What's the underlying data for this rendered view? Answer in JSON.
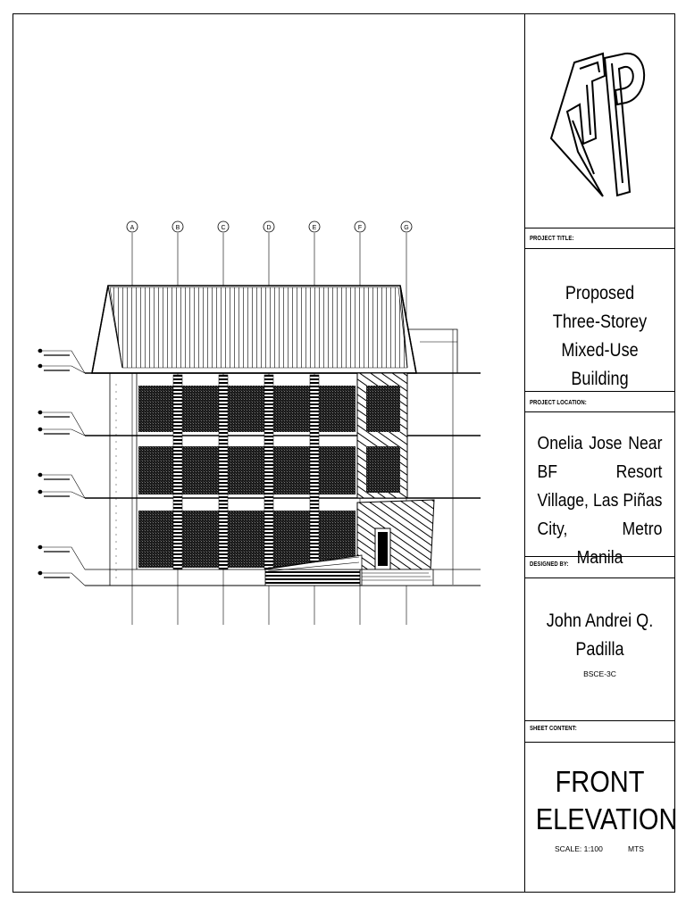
{
  "title_block": {
    "project_title_label": "PROJECT TITLE:",
    "project_title": [
      "Proposed",
      "Three-Storey",
      "Mixed-Use Building"
    ],
    "project_location_label": "PROJECT LOCATION:",
    "project_location": "Onelia Jose Near BF Resort Village, Las Piñas City, Metro Manila",
    "designed_by_label": "DESIGNED BY:",
    "designer": [
      "John Andrei Q.",
      "Padilla"
    ],
    "course": "BSCE-3C",
    "sheet_content_label": "SHEET CONTENT:",
    "sheet_title": [
      "FRONT",
      "ELEVATION"
    ],
    "scale": "SCALE: 1:100",
    "units": "MTS"
  },
  "drawing": {
    "grid_labels": [
      "A",
      "B",
      "C",
      "D",
      "E",
      "F",
      "G"
    ]
  },
  "colors": {
    "ink": "#000000",
    "paper": "#ffffff"
  },
  "icons": {
    "logo": "jp-monogram-logo"
  }
}
